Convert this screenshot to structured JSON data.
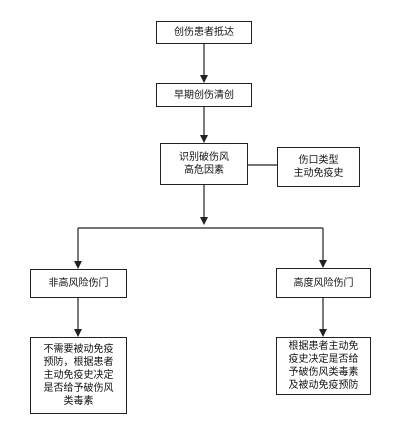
{
  "flow": {
    "node1": "创伤患者抵达",
    "node2": "早期创伤清创",
    "node3": "识别破伤风\n高危因素",
    "node4": "伤口类型\n主动免疫史",
    "node5": "非高风险伤门",
    "node6": "高度风险伤门",
    "node7": "不需要被动免疫\n预防，根据患者\n主动免疫史决定\n是否给予破伤风\n类毒素",
    "node8": "根据患者主动免\n疫史决定是否给\n予破伤风类毒素\n及被动免疫预防"
  }
}
